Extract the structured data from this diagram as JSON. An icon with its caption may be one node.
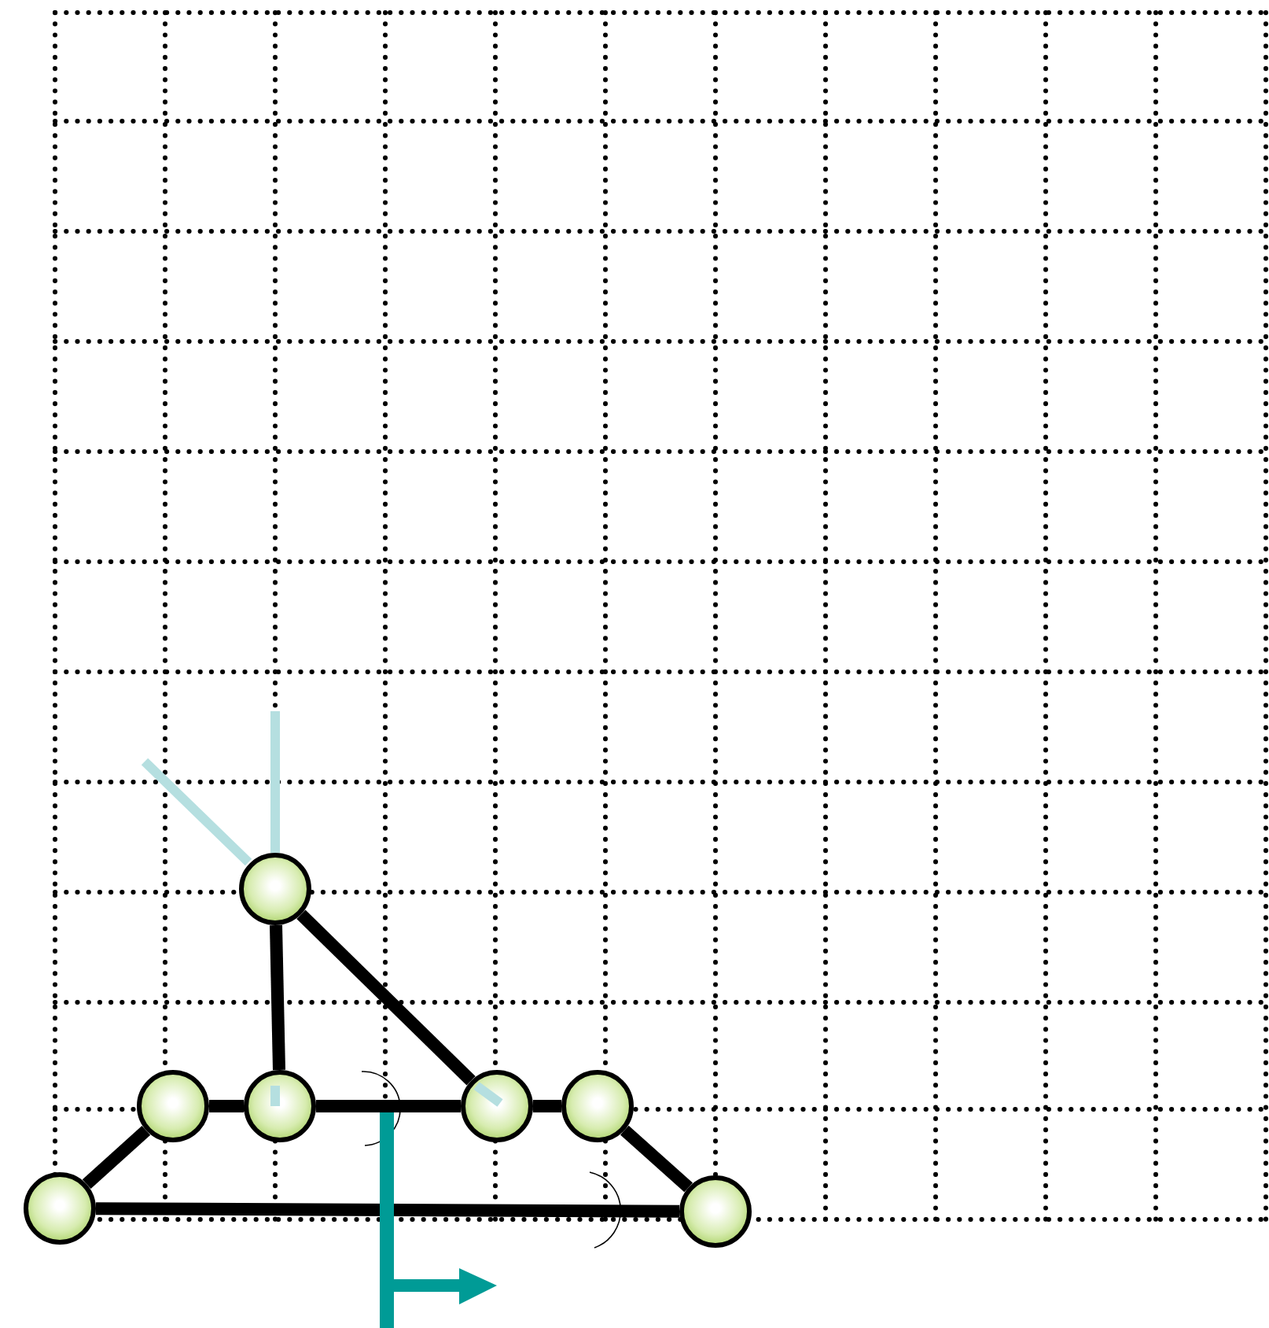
{
  "diagram": {
    "nodes": [
      {
        "text": [],
        "shape": "circle"
      },
      {
        "text": [],
        "shape": "circle"
      },
      {
        "text": [],
        "shape": "circle"
      },
      {
        "text": [],
        "shape": "circle"
      },
      {
        "text": [],
        "shape": "circle"
      },
      {
        "text": [],
        "shape": "circle"
      },
      {
        "text": [],
        "shape": "circle"
      }
    ],
    "edges": [
      {
        "from": 0,
        "to": 2,
        "arrow": "none"
      },
      {
        "from": 0,
        "to": 3,
        "arrow": "none"
      },
      {
        "from": 1,
        "to": 2,
        "arrow": "none"
      },
      {
        "from": 2,
        "to": 3,
        "arrow": "none"
      },
      {
        "from": 3,
        "to": 4,
        "arrow": "none"
      },
      {
        "from": 5,
        "to": 1,
        "arrow": "none"
      },
      {
        "from": 4,
        "to": 6,
        "arrow": "none"
      },
      {
        "from": 5,
        "to": 6,
        "arrow": "none"
      }
    ]
  }
}
